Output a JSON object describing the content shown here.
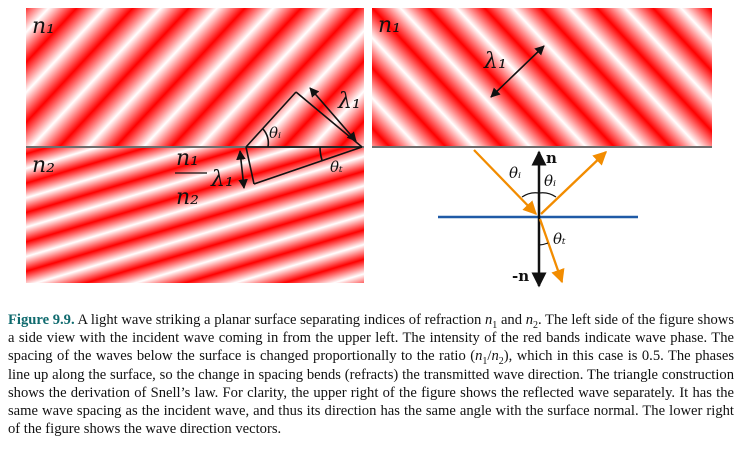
{
  "colors": {
    "wave_peak": "#ff0000",
    "wave_trough": "#ffffff",
    "surface_line": "#6e6e6e",
    "incident_arrow": "#f28c00",
    "surface_segment": "#1f5aa6",
    "normal_arrow": "#111111",
    "caption_label": "#0f6a6e"
  },
  "left_panel": {
    "label_upper": "n₁",
    "label_lower": "n₂",
    "lambda1_label": "λ₁",
    "theta_i_label": "θᵢ",
    "theta_t_label": "θₜ",
    "ratio_numerator": "n₁",
    "ratio_denominator": "n₂",
    "ratio_lambda": "λ₁"
  },
  "right_upper_panel": {
    "label_upper": "n₁",
    "lambda1_label": "λ₁"
  },
  "vector_diagram": {
    "normal_label": "n",
    "neg_normal_label": "-n",
    "theta_i_left_label": "θᵢ",
    "theta_i_right_label": "θᵢ",
    "theta_t_label": "θₜ"
  },
  "caption": {
    "label": "Figure 9.9.",
    "p1": "A light wave striking a planar surface separating indices of refraction ",
    "n1": "n",
    "and": " and ",
    "n2": "n",
    "p2": ". The left side of the figure shows a side view with the incident wave coming in from the upper left. The intensity of the red bands indicate wave phase. The spacing of the waves below the surface is changed proportionally to the ratio (",
    "ratio_n1": "n",
    "slash": "/",
    "ratio_n2": "n",
    "p3": "), which in this case is 0.5. The phases line up along the surface, so the change in spacing bends (refracts) the transmitted wave direction. The triangle construction shows the derivation of Snell’s law. For clarity, the upper right of the figure shows the reflected wave separately. It has the same wave spacing as the incident wave, and thus its direction has the same angle with the surface normal. The lower right of the figure shows the wave direction vectors."
  }
}
